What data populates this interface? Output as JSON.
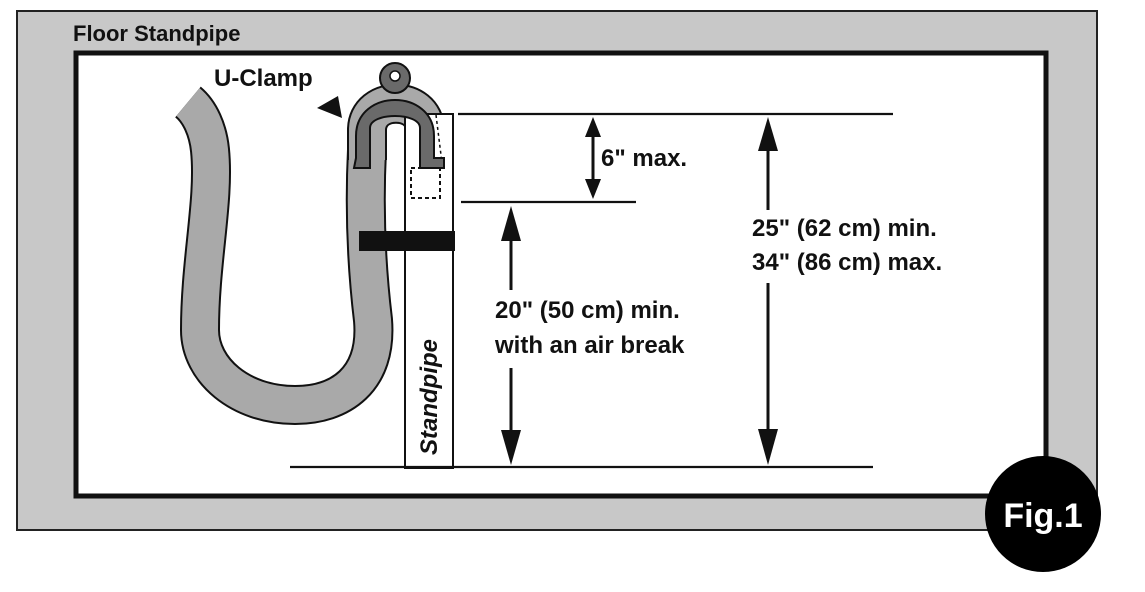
{
  "title": "Floor Standpipe",
  "labels": {
    "u_clamp": "U-Clamp",
    "standpipe": "Standpipe",
    "six_inch": "6\" max.",
    "min_air_break_line1": "20\" (50 cm) min.",
    "min_air_break_line2": "with an air break",
    "range_line1": "25\" (62 cm) min.",
    "range_line2": "34\" (86 cm) max."
  },
  "badge": "Fig.1",
  "colors": {
    "outer_frame": "#c8c8c8",
    "inner_panel": "#ffffff",
    "hose": "#a9a9a9",
    "clamp": "#6a6a6a",
    "ink": "#111111"
  }
}
